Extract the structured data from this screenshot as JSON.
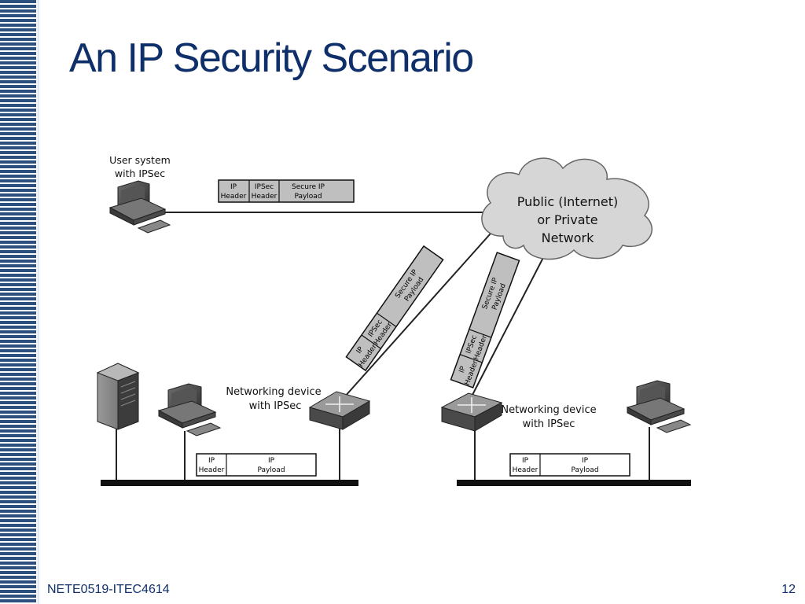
{
  "slide": {
    "title": "An IP Security Scenario",
    "footer_left": "NETE0519-ITEC4614",
    "page_number": "12"
  },
  "diagram": {
    "user_system": {
      "line1": "User system",
      "line2": "with IPSec"
    },
    "network": {
      "line1": "Public (Internet)",
      "line2": "or Private",
      "line3": "Network"
    },
    "left_device": {
      "line1": "Networking device",
      "line2": "with IPSec"
    },
    "right_device": {
      "line1": "Networking device",
      "line2": "with IPSec"
    },
    "ipsec_packet": {
      "ip_header": [
        "IP",
        "Header"
      ],
      "ipsec_header": [
        "IPSec",
        "Header"
      ],
      "secure_payload": [
        "Secure IP",
        "Payload"
      ]
    },
    "plain_packet": {
      "ip_header": [
        "IP",
        "Header"
      ],
      "payload": [
        "IP",
        "Payload"
      ]
    }
  }
}
